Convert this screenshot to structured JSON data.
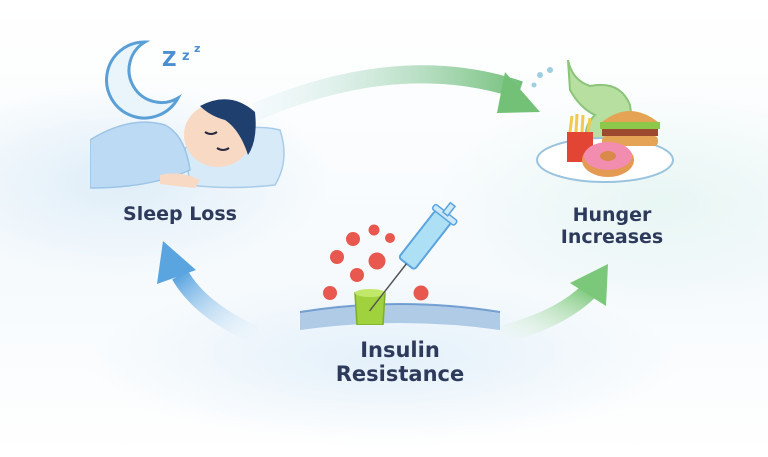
{
  "diagram": {
    "type": "cycle",
    "nodes": [
      {
        "id": "sleep_loss",
        "label": "Sleep Loss",
        "icon": "sleeping-person-icon"
      },
      {
        "id": "hunger_increases",
        "label_line1": "Hunger",
        "label_line2": "Increases",
        "icon": "fast-food-stomach-icon"
      },
      {
        "id": "insulin_resistance",
        "label_line1": "Insulin",
        "label_line2": "Resistance",
        "icon": "syringe-receptor-icon"
      }
    ],
    "edges": [
      {
        "from": "sleep_loss",
        "to": "hunger_increases",
        "color": "#7cc47a"
      },
      {
        "from": "hunger_increases",
        "to": "insulin_resistance",
        "color": "#8fd08a"
      },
      {
        "from": "insulin_resistance",
        "to": "sleep_loss",
        "color": "#5aa4e0"
      }
    ],
    "decorations": {
      "zzz": "Z z z",
      "moon_icon": "crescent-moon-icon"
    }
  },
  "colors": {
    "label_text": "#2e3a5c",
    "blue_accent": "#5aa4e0",
    "green_accent": "#7cc47a",
    "red_glucose": "#e8584f",
    "receptor_green": "#9fd23c"
  }
}
